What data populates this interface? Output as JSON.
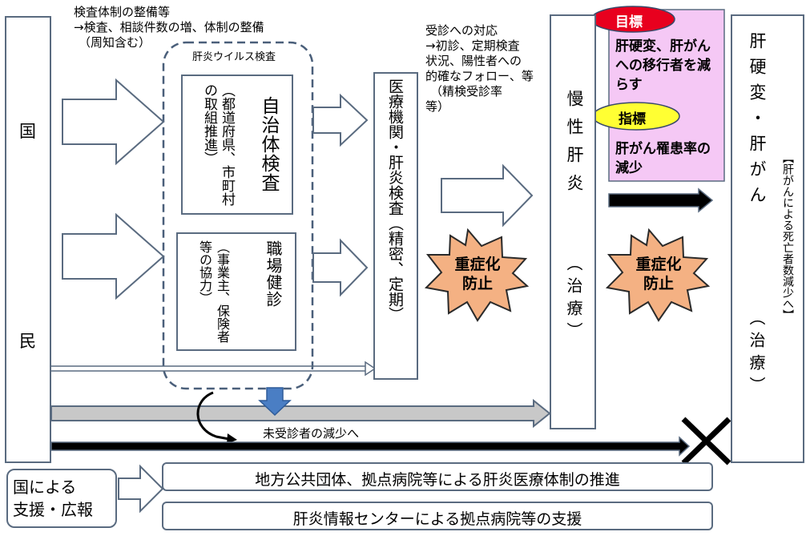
{
  "left_box": {
    "top": "国",
    "bottom": "民"
  },
  "top_note": {
    "line1": "検査体制の整備等",
    "line2": "→検査、相談件数の増、体制の整備",
    "line3": "（周知含む）"
  },
  "virus_group_label": "肝炎ウイルス検査",
  "local_test": {
    "title": "自治体検査",
    "sub": "（都道府県、市町村の取組推進）"
  },
  "workplace_test": {
    "title": "職場健診",
    "sub": "（事業主、保険者等の協力）"
  },
  "medical_box": "医療機関・肝炎検査（精密、定期）",
  "response_note": {
    "line1": "受診への対応",
    "line2": "→初診、定期検査",
    "line3": "状況、陽性者への",
    "line4": "的確なフォロー、等",
    "line5": "（精検受診率",
    "line6": "等）"
  },
  "severe1": {
    "line1": "重症化",
    "line2": "防止"
  },
  "severe2": {
    "line1": "重症化",
    "line2": "防止"
  },
  "chronic_box": {
    "title": "慢性肝炎",
    "sub": "（治療）"
  },
  "goal": {
    "badge": "目標",
    "text": "肝硬変、肝がんへの移行者を減らす",
    "indicator_badge": "指標",
    "indicator_text": "肝がん罹患率の減少"
  },
  "cirrhosis_box": {
    "title": "肝硬変・肝がん",
    "sub": "（治療）",
    "side": "【肝がんによる死亡者数減少へ】"
  },
  "unvisited_label": "未受診者の減少へ",
  "support": {
    "label_line1": "国による",
    "label_line2": "支援・広報",
    "item1": "地方公共団体、拠点病院等による肝炎医療体制の推進",
    "item2": "肝炎情報センターによる拠点病院等の支援"
  },
  "colors": {
    "border": "#5a6b80",
    "dash": "#4a5f7a",
    "goal_bg": "#f5c8f5",
    "badge_red": "#e8001e",
    "badge_yellow": "#ffff33",
    "starburst": "#f4b183",
    "gray_arrow": "#c8c8c8",
    "blue_arrow": "#4a7ec4",
    "black": "#000000"
  }
}
